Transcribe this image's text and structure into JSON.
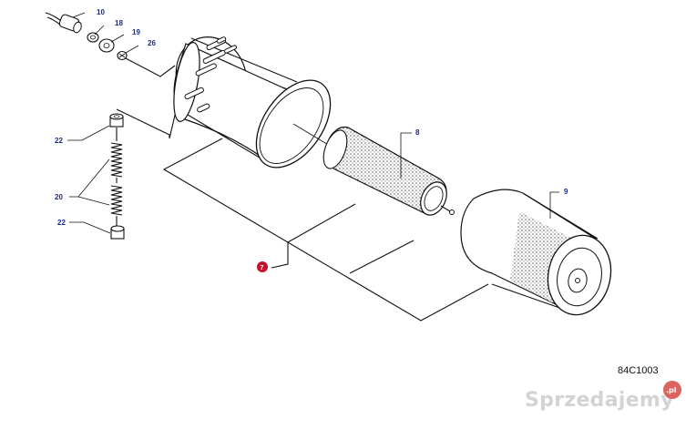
{
  "callouts": {
    "p10": "10",
    "p18": "18",
    "p19": "19",
    "p26": "26",
    "p22_top": "22",
    "p20": "20",
    "p22_bottom": "22",
    "p8": "8",
    "p9": "9",
    "p7": "7"
  },
  "drawing_code": "84C1003",
  "watermark": {
    "text": "Sprzedajemy",
    "badge": ".pl"
  },
  "colors": {
    "callout_text": "#1a2a8c",
    "assembly_marker": "#c8102e",
    "line": "#111111",
    "watermark": "#cfcfcf"
  }
}
